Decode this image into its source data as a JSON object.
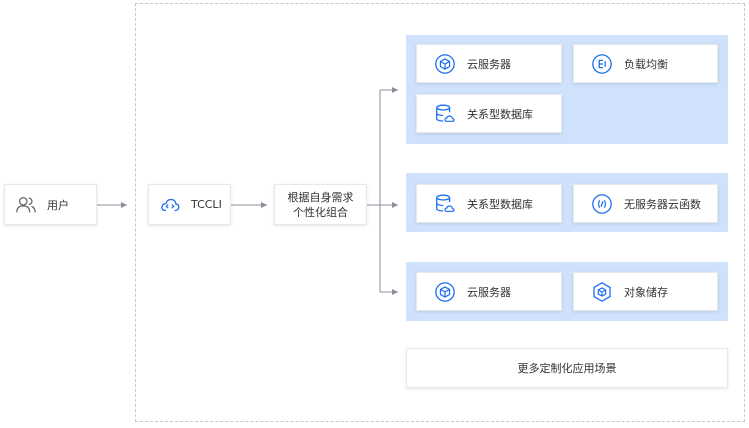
{
  "user": {
    "label": "用户",
    "icon": "user-group-icon"
  },
  "tccli": {
    "label": "TCCLI",
    "icon": "cloud-cli-icon"
  },
  "combine": {
    "line1": "根据自身需求",
    "line2": "个性化组合"
  },
  "groups": [
    {
      "services": [
        {
          "label": "云服务器",
          "icon": "cloud-server-icon"
        },
        {
          "label": "负载均衡",
          "icon": "load-balancer-icon"
        },
        {
          "label": "关系型数据库",
          "icon": "database-icon"
        }
      ]
    },
    {
      "services": [
        {
          "label": "关系型数据库",
          "icon": "database-icon"
        },
        {
          "label": "无服务器云函数",
          "icon": "serverless-function-icon"
        }
      ]
    },
    {
      "services": [
        {
          "label": "云服务器",
          "icon": "cloud-server-icon"
        },
        {
          "label": "对象储存",
          "icon": "object-storage-icon"
        }
      ]
    }
  ],
  "more": {
    "label": "更多定制化应用场景"
  },
  "colors": {
    "accent": "#1a6cf0",
    "group_bg": "#cfe1fb",
    "line": "#8a8f99"
  }
}
